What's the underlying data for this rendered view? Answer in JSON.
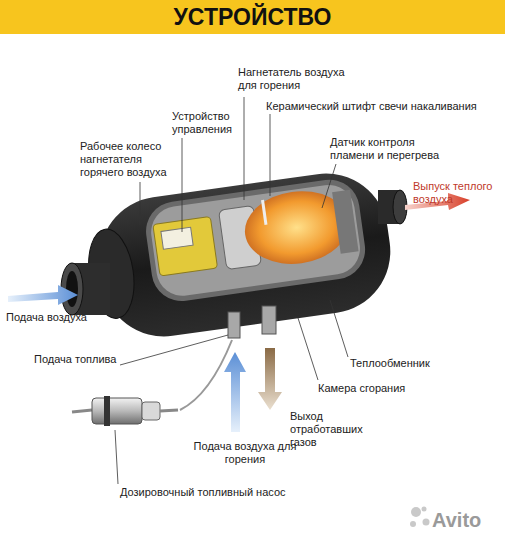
{
  "diagram": {
    "title": "УСТРОЙСТВО",
    "labels": [
      "Нагнетатель воздуха для горения",
      "Керамический штифт свечи накаливания",
      "Устройство управления",
      "Датчик контроля пламени и перегрева",
      "Рабочее колесо нагнетателя горячего воздуха",
      "Выпуск теплого воздуха",
      "Подача воздуха",
      "Подача топлива",
      "Теплообменник",
      "Камера сгорания",
      "Выход отработавших газов",
      "Подача воздуха для горения",
      "Дозировочный топливный насос",
      "Avito"
    ]
  }
}
